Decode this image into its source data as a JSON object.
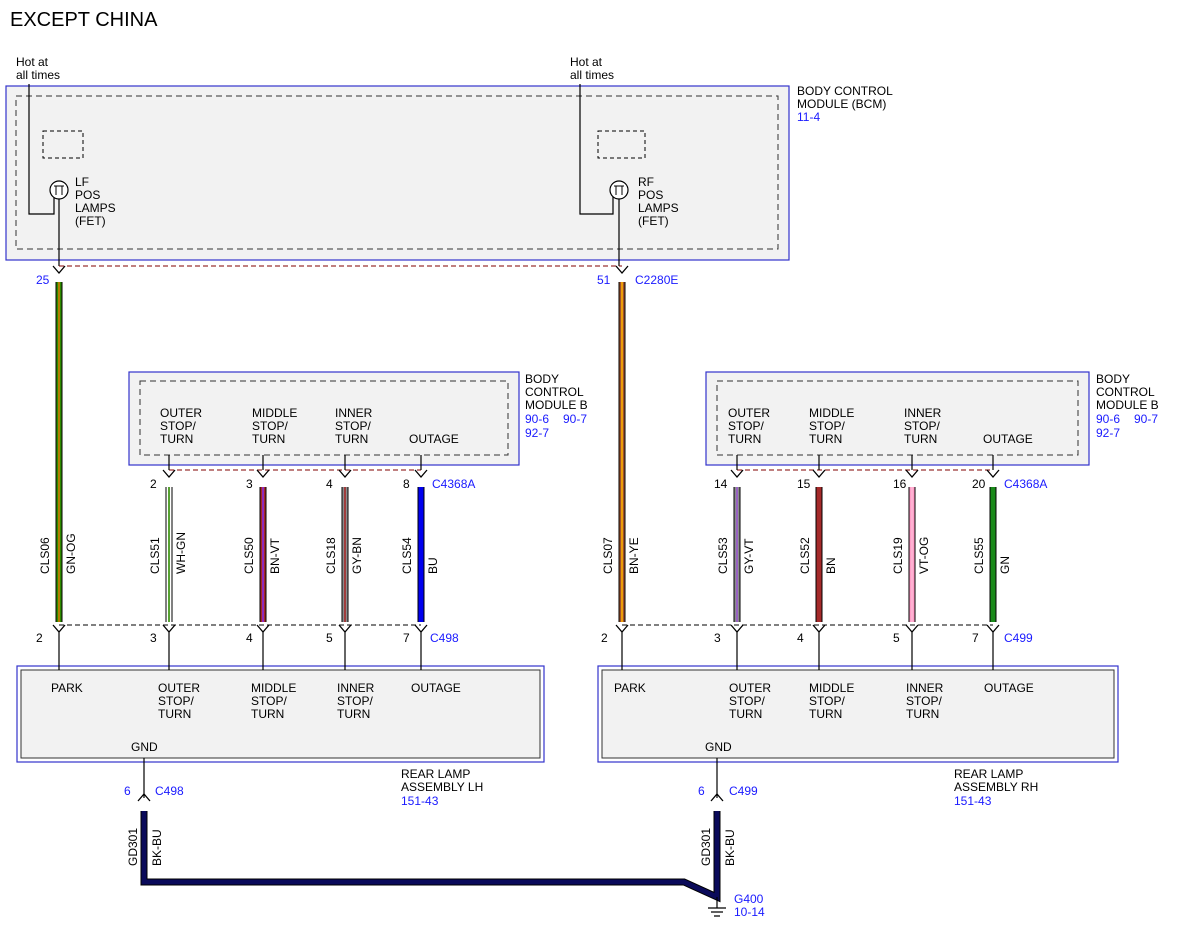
{
  "title": "EXCEPT CHINA",
  "bcm": {
    "name": [
      "BODY CONTROL",
      "MODULE (BCM)"
    ],
    "ref": "11-4",
    "hot_left": [
      "Hot at",
      "all times"
    ],
    "hot_right": [
      "Hot at",
      "all times"
    ],
    "left_fet": [
      "LF",
      "POS",
      "LAMPS",
      "(FET)"
    ],
    "right_fet": [
      "RF",
      "POS",
      "LAMPS",
      "(FET)"
    ],
    "connector": "C2280E",
    "left_pin": "25",
    "right_pin": "51"
  },
  "bcm_b": {
    "name": [
      "BODY",
      "CONTROL",
      "MODULE B"
    ],
    "ref1": "90-6",
    "ref2": "90-7",
    "ref3": "92-7",
    "connector": "C4368A",
    "outputs": [
      [
        "OUTER",
        "STOP/",
        "TURN"
      ],
      [
        "MIDDLE",
        "STOP/",
        "TURN"
      ],
      [
        "INNER",
        "STOP/",
        "TURN"
      ],
      [
        "OUTAGE"
      ]
    ]
  },
  "lh": {
    "pins_bcmb": [
      "2",
      "3",
      "4",
      "8"
    ],
    "pin_top_park": "2",
    "pins_lamp": [
      "3",
      "4",
      "5",
      "7"
    ],
    "lamp_connector": "C498",
    "wires": [
      {
        "circuit": "CLS06",
        "color": "GN-OG",
        "c1": "#2e8b00",
        "c2": "#d27a00"
      },
      {
        "circuit": "CLS51",
        "color": "WH-GN",
        "c1": "#ffffff",
        "c2": "#2e8b00"
      },
      {
        "circuit": "CLS50",
        "color": "BN-VT",
        "c1": "#a52a2a",
        "c2": "#8a2be2"
      },
      {
        "circuit": "CLS18",
        "color": "GY-BN",
        "c1": "#8c8c8c",
        "c2": "#a52a2a"
      },
      {
        "circuit": "CLS54",
        "color": "BU",
        "c1": "#0000ee",
        "c2": "#0000ee"
      }
    ],
    "lamp_labels": [
      [
        "PARK"
      ],
      [
        "OUTER",
        "STOP/",
        "TURN"
      ],
      [
        "MIDDLE",
        "STOP/",
        "TURN"
      ],
      [
        "INNER",
        "STOP/",
        "TURN"
      ],
      [
        "OUTAGE"
      ]
    ],
    "gnd": "GND",
    "gnd_pin": "6",
    "gnd_connector": "C498",
    "ground_circuit": "GD301",
    "ground_color": "BK-BU",
    "assembly": [
      "REAR LAMP",
      "ASSEMBLY LH"
    ],
    "assembly_ref": "151-43"
  },
  "rh": {
    "pins_bcmb": [
      "14",
      "15",
      "16",
      "20"
    ],
    "pin_top_park": "2",
    "pins_lamp": [
      "3",
      "4",
      "5",
      "7"
    ],
    "lamp_connector": "C499",
    "wires": [
      {
        "circuit": "CLS07",
        "color": "BN-YE",
        "c1": "#a0522d",
        "c2": "#ffb000"
      },
      {
        "circuit": "CLS53",
        "color": "GY-VT",
        "c1": "#8c8c8c",
        "c2": "#9b59d0"
      },
      {
        "circuit": "CLS52",
        "color": "BN",
        "c1": "#a52a2a",
        "c2": "#a52a2a"
      },
      {
        "circuit": "CLS19",
        "color": "VT-OG",
        "c1": "#ff9ec8",
        "c2": "#ffb6d5"
      },
      {
        "circuit": "CLS55",
        "color": "GN",
        "c1": "#1a8a1a",
        "c2": "#1a8a1a"
      }
    ],
    "lamp_labels": [
      [
        "PARK"
      ],
      [
        "OUTER",
        "STOP/",
        "TURN"
      ],
      [
        "MIDDLE",
        "STOP/",
        "TURN"
      ],
      [
        "INNER",
        "STOP/",
        "TURN"
      ],
      [
        "OUTAGE"
      ]
    ],
    "gnd": "GND",
    "gnd_pin": "6",
    "gnd_connector": "C499",
    "ground_circuit": "GD301",
    "ground_color": "BK-BU",
    "assembly": [
      "REAR LAMP",
      "ASSEMBLY RH"
    ],
    "assembly_ref": "151-43"
  },
  "ground": {
    "id": "G400",
    "ref": "10-14"
  },
  "colors": {
    "ref_blue": "#1a1aff",
    "box_border": "#3333cc",
    "box_fill": "#f2f2f2",
    "connector_dash": "#800000",
    "ground_wire": "#0a0a5a"
  }
}
